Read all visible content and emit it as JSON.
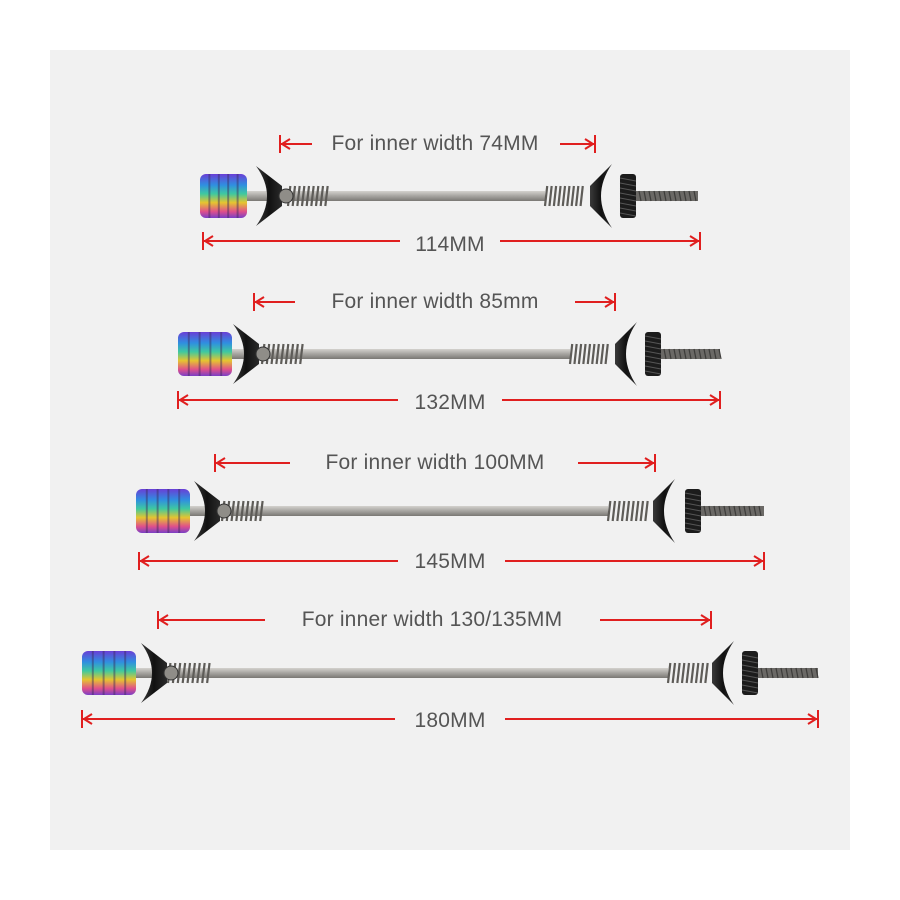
{
  "colors": {
    "dimension_red": "#e01f1f",
    "label_gray": "#555555",
    "background": "#f1f1f1",
    "shaft": "#a9a7a3",
    "black_part": "#1c1c1c"
  },
  "skewers": [
    {
      "inner_width_label": "For inner width 74MM",
      "length_label": "114MM"
    },
    {
      "inner_width_label": "For inner width 85mm",
      "length_label": "132MM"
    },
    {
      "inner_width_label": "For inner width 100MM",
      "length_label": "145MM"
    },
    {
      "inner_width_label": "For inner width 130/135MM",
      "length_label": "180MM"
    }
  ]
}
